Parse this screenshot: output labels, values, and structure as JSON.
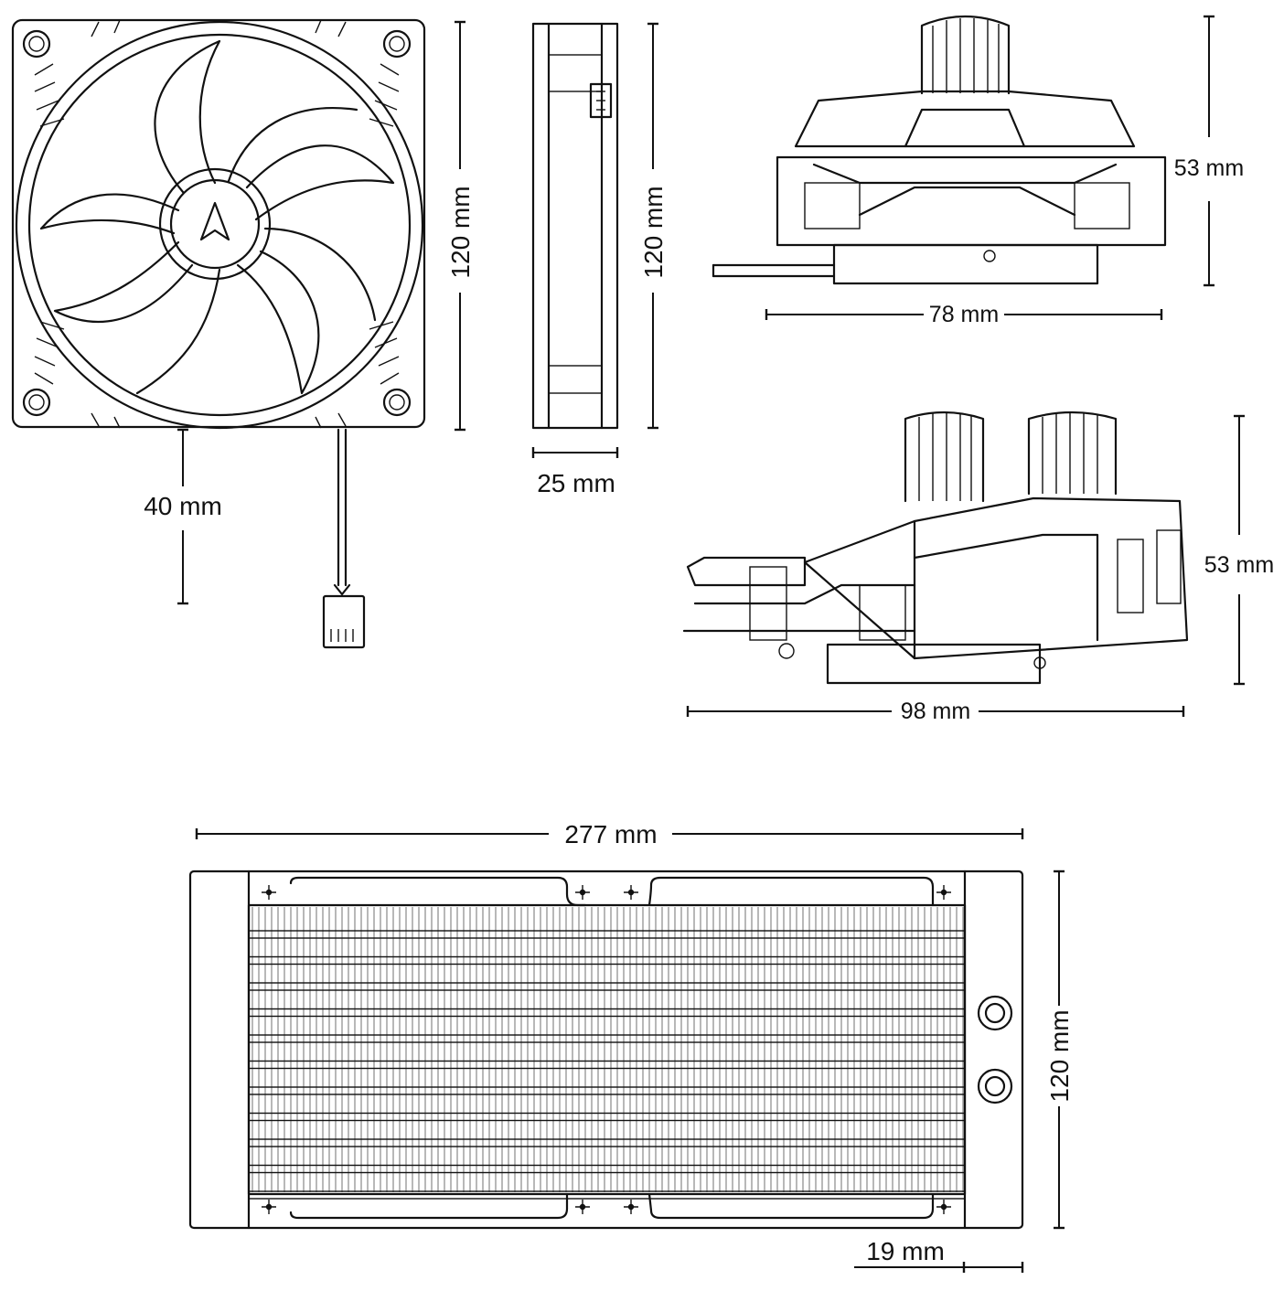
{
  "dimensions": {
    "fan_height": "120 mm",
    "fan_side_height": "120 mm",
    "fan_thickness": "25 mm",
    "cable_length": "40 mm",
    "pump_front_height": "53 mm",
    "pump_front_width": "78 mm",
    "pump_side_height": "53 mm",
    "pump_side_width": "98 mm",
    "radiator_length": "277 mm",
    "radiator_height": "120 mm",
    "radiator_thickness": "19 mm"
  },
  "logo_letter": "A"
}
